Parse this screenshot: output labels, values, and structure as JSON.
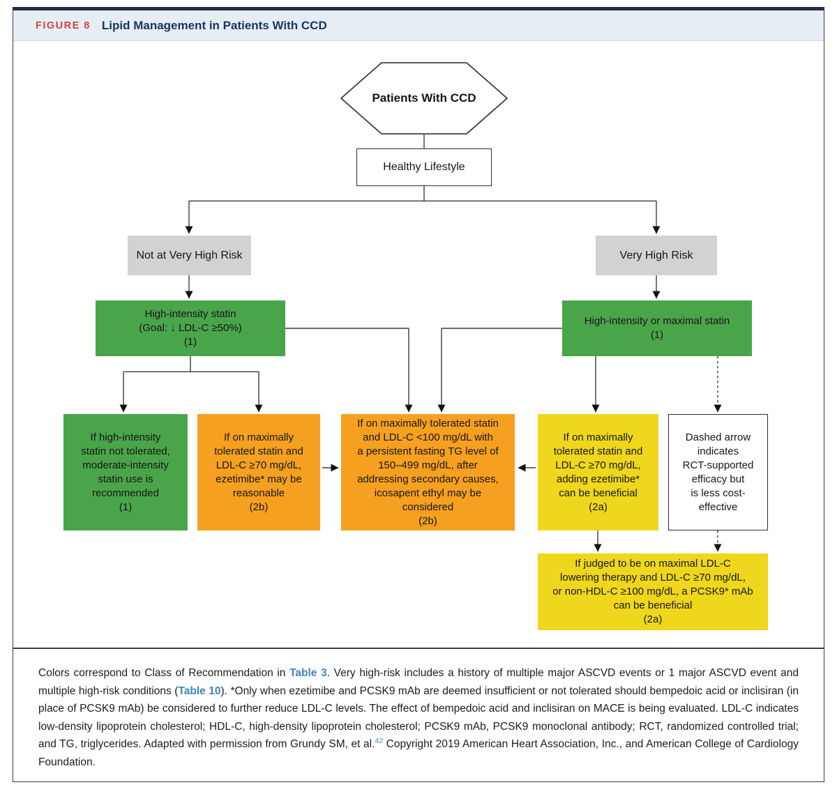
{
  "header": {
    "figure_label": "FIGURE 8",
    "title": "Lipid Management in Patients With CCD"
  },
  "colors": {
    "class_1_green": "#4aa54a",
    "class_2b_orange": "#f5a020",
    "class_2a_yellow": "#eed71c",
    "neutral_gray": "#d2d2d2",
    "header_band": "#e7edf5",
    "figure_label_red": "#d0453e",
    "title_navy": "#16355e",
    "link_blue": "#3e86c0"
  },
  "nodes": {
    "patients": {
      "label": "Patients With CCD"
    },
    "lifestyle": {
      "label": "Healthy Lifestyle"
    },
    "not_very_high_risk": {
      "label": "Not at Very High Risk"
    },
    "very_high_risk": {
      "label": "Very High Risk"
    },
    "high_intensity_statin": {
      "lines": [
        "High-intensity statin",
        "(Goal: ↓ LDL-C ≥50%)",
        "(1)"
      ]
    },
    "high_intensity_or_maximal": {
      "lines": [
        "High-intensity or maximal statin",
        "(1)"
      ]
    },
    "moderate_statin": {
      "lines": [
        "If high-intensity",
        "statin not tolerated,",
        "moderate-intensity",
        "statin use is",
        "recommended",
        "(1)"
      ]
    },
    "ezetimibe_reasonable": {
      "lines": [
        "If on maximally",
        "tolerated statin and",
        "LDL-C ≥70 mg/dL,",
        "ezetimibe* may be",
        "reasonable",
        "(2b)"
      ]
    },
    "icosapent": {
      "lines": [
        "If on maximally tolerated statin",
        "and LDL-C <100 mg/dL with",
        "a persistent fasting TG level of",
        "150–499 mg/dL, after",
        "addressing secondary causes,",
        "icosapent ethyl may be",
        "considered",
        "(2b)"
      ]
    },
    "ezetimibe_beneficial": {
      "lines": [
        "If on maximally",
        "tolerated statin and",
        "LDL-C ≥70 mg/dL,",
        "adding ezetimibe*",
        "can be beneficial",
        "(2a)"
      ]
    },
    "dashed_note": {
      "lines": [
        "Dashed arrow",
        "indicates",
        "RCT-supported",
        "efficacy but",
        "is less cost-",
        "effective"
      ]
    },
    "pcsk9": {
      "lines": [
        "If judged to be on maximal LDL-C",
        "lowering therapy and LDL-C ≥70 mg/dL,",
        "or non-HDL-C ≥100 mg/dL, a PCSK9* mAb",
        "can be beneficial",
        "(2a)"
      ]
    }
  },
  "caption": {
    "seg1": "Colors correspond to Class of Recommendation in ",
    "table3": "Table 3",
    "seg2": ". Very high-risk includes a history of multiple major ASCVD events or 1 major ASCVD event and multiple high-risk conditions (",
    "table10": "Table 10",
    "seg3": "). *Only when ezetimibe and PCSK9 mAb are deemed insufficient or not tolerated should bempedoic acid or inclisiran (in place of PCSK9 mAb) be considered to further reduce LDL-C levels. The effect of bempedoic acid and inclisiran on MACE is being evaluated. LDL-C indicates low-density lipoprotein cholesterol; HDL-C, high-density lipoprotein cholesterol; PCSK9 mAb, PCSK9 monoclonal antibody; RCT, randomized controlled trial; and TG, triglycerides. Adapted with permission from Grundy SM, et al.",
    "ref": "42",
    "seg4": " Copyright 2019 American Heart Association, Inc., and American College of Cardiology Foundation."
  }
}
